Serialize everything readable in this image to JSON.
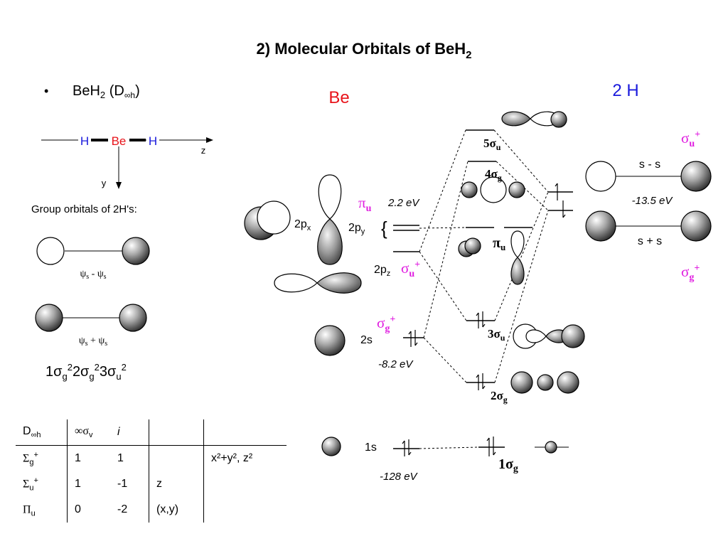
{
  "title": {
    "main": "2) Molecular Orbitals of BeH",
    "sub": "2"
  },
  "bullet": {
    "mark": "•",
    "mol_a": "BeH",
    "mol_sub": "2",
    "open": " (D",
    "inf": "∞",
    "h": "h",
    "close": ")"
  },
  "axes": {
    "h_left": "H",
    "be": "Be",
    "h_right": "H",
    "z": "z",
    "y": "y"
  },
  "group_label": "Group orbitals of 2H's:",
  "psi_minus": {
    "a": "ψ",
    "a_sub": "s",
    "op": " - ",
    "b": "ψ",
    "b_sub": "s"
  },
  "psi_plus": {
    "a": "ψ",
    "a_sub": "s",
    "op": " + ",
    "b": "ψ",
    "b_sub": "s"
  },
  "config": {
    "p1": "1σ",
    "s1": "g",
    "e1": "2",
    "p2": "2σ",
    "s2": "g",
    "e2": "2",
    "p3": "3σ",
    "s3": "u",
    "e3": "2"
  },
  "character_table": {
    "header": {
      "group": "D",
      "group_inf": "∞",
      "group_h": "h",
      "op1": "∞σ",
      "op1_sub": "v",
      "op2": "i",
      "basis": "",
      "quad": ""
    },
    "rows": [
      {
        "sym": "Σ",
        "sym_sub": "g",
        "sym_sup": "+",
        "c1": "1",
        "c2": "1",
        "basis": "",
        "quad": "x²+y², z²"
      },
      {
        "sym": "Σ",
        "sym_sub": "u",
        "sym_sup": "+",
        "c1": "1",
        "c2": "-1",
        "basis": "z",
        "quad": ""
      },
      {
        "sym": "Π",
        "sym_sub": "u",
        "sym_sup": "",
        "c1": "0",
        "c2": "-2",
        "basis": "(x,y)",
        "quad": ""
      }
    ]
  },
  "be_label": "Be",
  "h_label": "2 H",
  "be_orbitals": {
    "p_x": "2p",
    "p_x_sub": "x",
    "p_y": "2p",
    "p_y_sub": "y",
    "brace": "{",
    "p_z": "2p",
    "p_z_sub": "z",
    "s2": "2s",
    "s1": "1s"
  },
  "be_symmetry": {
    "pi_u": {
      "b": "π",
      "s": "u"
    },
    "sigma_u": {
      "b": "σ",
      "s": "u",
      "p": "+"
    },
    "sigma_g": {
      "b": "σ",
      "s": "g",
      "p": "+"
    }
  },
  "energies": {
    "p": "2.2 eV",
    "s2": "-8.2 eV",
    "s1": "-128 eV",
    "h": "-13.5 eV"
  },
  "mo_labels": {
    "s5": {
      "n": "5σ",
      "s": "u"
    },
    "s4": {
      "n": "4σ",
      "s": "g"
    },
    "pi": {
      "n": "π",
      "s": "u"
    },
    "s3": {
      "n": "3σ",
      "s": "u"
    },
    "s2": {
      "n": "2σ",
      "s": "g"
    },
    "s1": {
      "n": "1σ",
      "s": "g"
    }
  },
  "h_group": {
    "minus": "s - s",
    "plus": "s + s",
    "sigma_u": {
      "b": "σ",
      "s": "u",
      "p": "+"
    },
    "sigma_g": {
      "b": "σ",
      "s": "g",
      "p": "+"
    }
  },
  "colors": {
    "red": "#e8141b",
    "blue": "#1a1adc",
    "magenta": "#e01ee0"
  }
}
